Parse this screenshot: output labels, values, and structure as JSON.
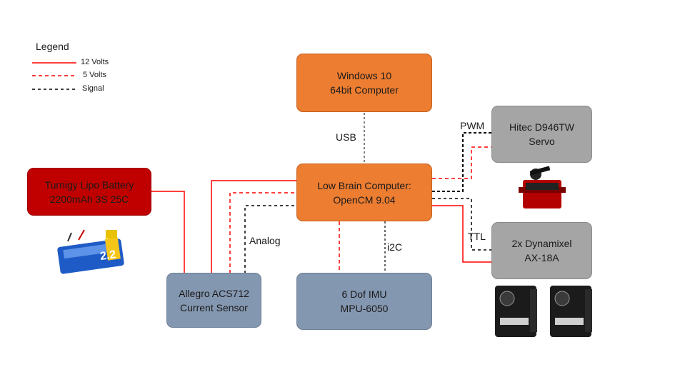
{
  "legend": {
    "title": "Legend",
    "items": [
      {
        "label": "12 Volts",
        "color": "#FF0000",
        "style": "solid"
      },
      {
        "label": "5 Volts",
        "color": "#FF0000",
        "style": "dashed"
      },
      {
        "label": "Signal",
        "color": "#000000",
        "style": "dashed"
      }
    ]
  },
  "nodes": {
    "windows": {
      "line1": "Windows 10",
      "line2": "64bit Computer"
    },
    "brain": {
      "line1": "Low Brain Computer:",
      "line2": "OpenCM 9.04"
    },
    "servo": {
      "line1": "Hitec D946TW",
      "line2": "Servo"
    },
    "dynamixel": {
      "line1": "2x Dynamixel",
      "line2": "AX-18A"
    },
    "battery": {
      "line1": "Turnigy Lipo Battery",
      "line2": "2200mAh 3S 25C"
    },
    "current": {
      "line1": "Allegro ACS712",
      "line2": "Current Sensor"
    },
    "imu": {
      "line1": "6 Dof IMU",
      "line2": "MPU-6050"
    }
  },
  "edge_labels": {
    "usb": "USB",
    "pwm": "PWM",
    "ttl": "TTL",
    "analog": "Analog",
    "i2c": "i2C"
  },
  "images": {
    "battery_label": "2.2"
  }
}
